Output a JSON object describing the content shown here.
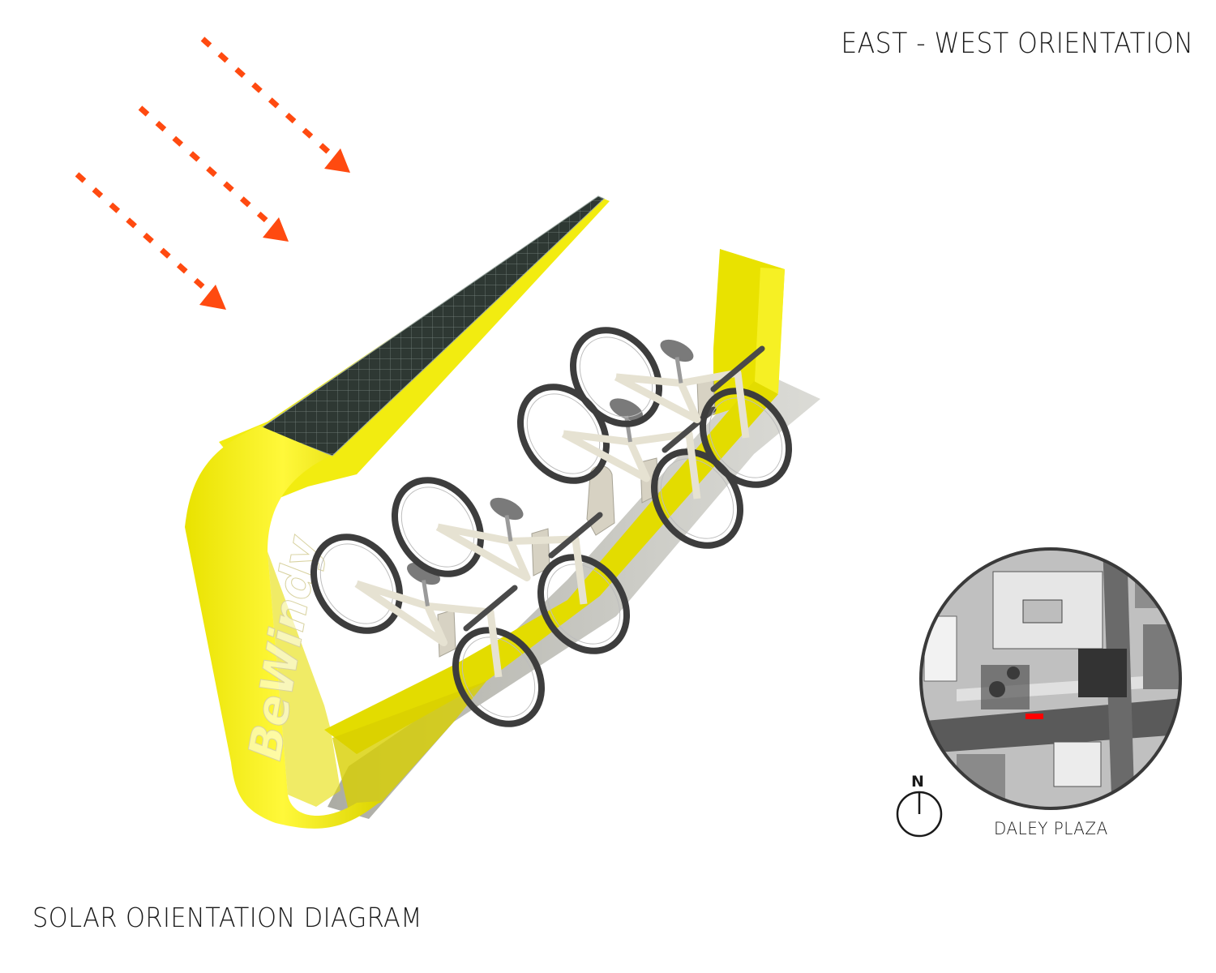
{
  "header": {
    "orientation_label": "EAST - WEST ORIENTATION"
  },
  "footer": {
    "diagram_title": "SOLAR ORIENTATION DIAGRAM"
  },
  "map_inset": {
    "location_label": "DALEY PLAZA",
    "compass_letter": "N"
  },
  "shelter": {
    "brand_text": "BeWindy",
    "color": "#F7F21E",
    "solar_panel_color": "#2F3A33"
  },
  "sun_rays": {
    "count": 3,
    "color": "#FF4A10",
    "style": "dashed-arrow"
  },
  "bikes": {
    "count": 4,
    "color": "#E6E2D2"
  }
}
